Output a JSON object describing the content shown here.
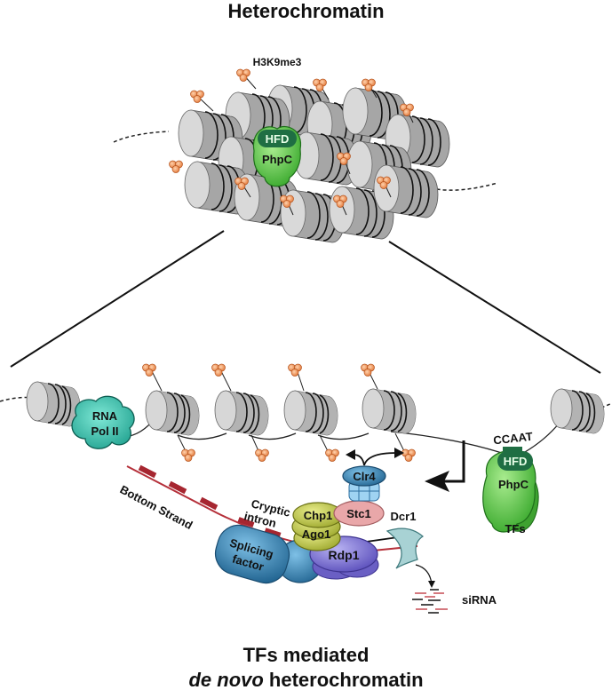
{
  "titles": {
    "top": "Heterochromatin",
    "bottom_line1": "TFs mediated",
    "bottom_line2_italic": "de novo",
    "bottom_line2_rest": " heterochromatin"
  },
  "labels": {
    "h3k9me3": "H3K9me3",
    "hfd_top": "HFD",
    "phpc_top": "PhpC",
    "rna_pol_line1": "RNA",
    "rna_pol_line2": "Pol II",
    "bottom_strand": "Bottom Strand",
    "cryptic_line1": "Cryptic",
    "cryptic_line2": "intron",
    "splicing_line1": "Splicing",
    "splicing_line2": "factor",
    "chp1": "Chp1",
    "ago1": "Ago1",
    "stc1": "Stc1",
    "clr4": "Clr4",
    "rdp1": "Rdp1",
    "dcr1": "Dcr1",
    "sirna": "siRNA",
    "ccaat": "CCAAT",
    "hfd_tf": "HFD",
    "phpc_tf": "PhpC",
    "tfs": "TFs"
  },
  "colors": {
    "nucleosome": "#bdbdbd",
    "nucleosome_face": "#d6d6d6",
    "methyl_mark": "#e8844a",
    "phpc_green": "#4fbf3a",
    "hfd_dark_green": "#1f6e43",
    "rna_pol_teal": "#2ab7a4",
    "rna_strand": "#b5303a",
    "splicing_blue": "#2f78a8",
    "chp1_ago1": "#b9c23a",
    "stc1_pink": "#e9a7a9",
    "clr4_blue": "#2f8fd6",
    "rdp1_purple": "#7a6fd0",
    "dcr1_teal": "#a8d2d4"
  }
}
